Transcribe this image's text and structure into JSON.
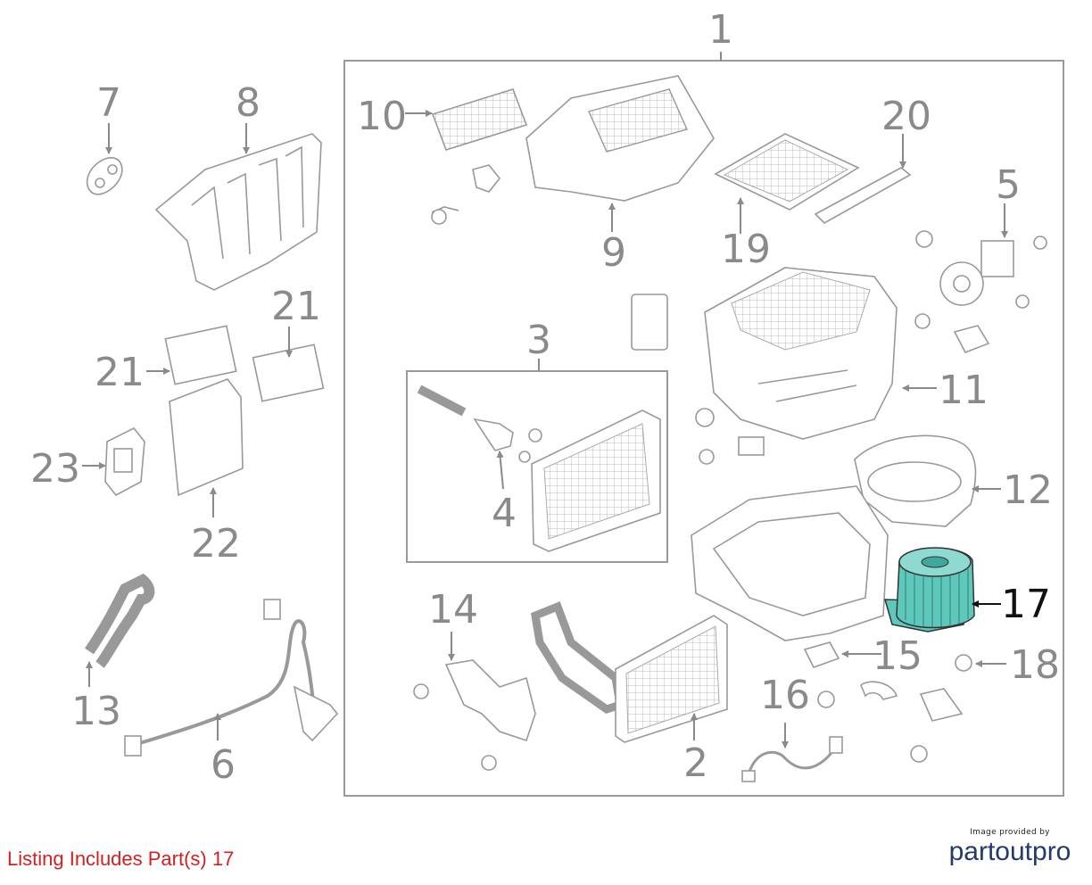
{
  "callouts": {
    "c1": "1",
    "c2": "2",
    "c3": "3",
    "c4": "4",
    "c5": "5",
    "c6": "6",
    "c7": "7",
    "c8": "8",
    "c9": "9",
    "c10": "10",
    "c11": "11",
    "c12": "12",
    "c13": "13",
    "c14": "14",
    "c15": "15",
    "c16": "16",
    "c17": "17",
    "c18": "18",
    "c19": "19",
    "c20": "20",
    "c21a": "21",
    "c21b": "21",
    "c22": "22",
    "c23": "23"
  },
  "highlight": {
    "part": "17",
    "color": "#5fc8bd",
    "label_color": "#111111"
  },
  "colors": {
    "line_art": "#999999",
    "callout_text": "#8a8a8a",
    "caption": "#d42020",
    "brand": "#223a6e"
  },
  "caption": {
    "text": "Listing Includes Part(s)",
    "parts": "17"
  },
  "credit": {
    "small": "Image provided by",
    "brand": "partoutpro"
  }
}
